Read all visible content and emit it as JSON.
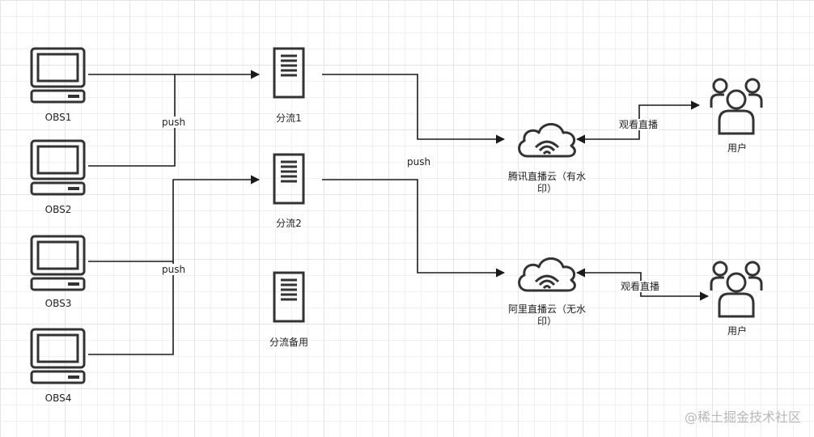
{
  "nodes": {
    "obs1": "OBS1",
    "obs2": "OBS2",
    "obs3": "OBS3",
    "obs4": "OBS4",
    "split1": "分流1",
    "split2": "分流2",
    "split_backup": "分流备用",
    "tencent_line1": "腾讯直播云（有水",
    "tencent_line2": "印）",
    "aliyun_line1": "阿里直播云（无水",
    "aliyun_line2": "印）",
    "user_top": "用户",
    "user_bottom": "用户"
  },
  "edges": {
    "push_top": "push",
    "push_bottom": "push",
    "push_middle": "push",
    "watch_top": "观看直播",
    "watch_bottom": "观看直播"
  },
  "watermark": "@稀土掘金技术社区",
  "colors": {
    "line": "#1a1a1a",
    "icon": "#333333"
  }
}
